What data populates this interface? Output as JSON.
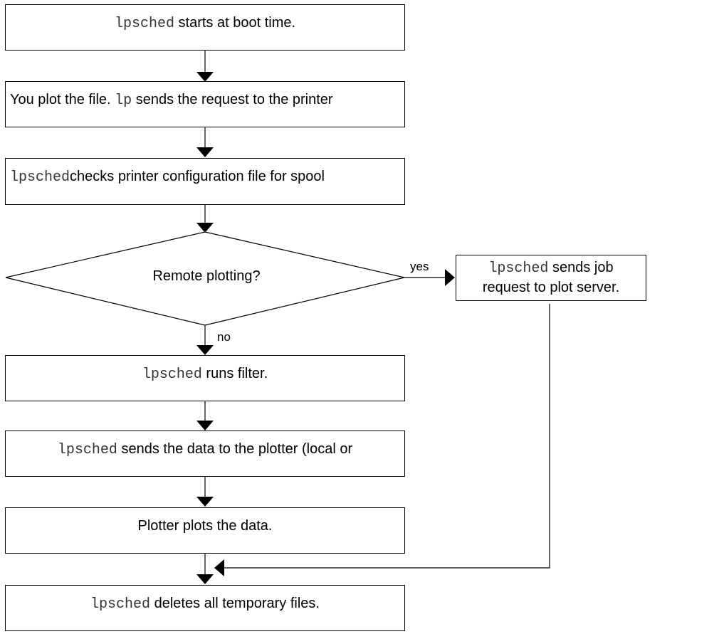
{
  "steps": [
    {
      "code": "lpsched",
      "text": " starts at boot time."
    },
    {
      "pre": "You plot the file. ",
      "code": "lp",
      "text": " sends the request to the printer"
    },
    {
      "code": "lpsched",
      "text": "checks printer configuration file for spool"
    },
    {
      "code": "lpsched",
      "text": " runs filter."
    },
    {
      "code": "lpsched",
      "text": " sends the data to the plotter (local or"
    },
    {
      "text": "Plotter plots the data."
    },
    {
      "code": "lpsched",
      "text": " deletes all temporary files."
    }
  ],
  "decision": {
    "text": "Remote plotting?",
    "yes_label": "yes",
    "no_label": "no"
  },
  "remote": {
    "code": "lpsched",
    "line1_text": " sends job",
    "line2_text": "request to plot server."
  }
}
